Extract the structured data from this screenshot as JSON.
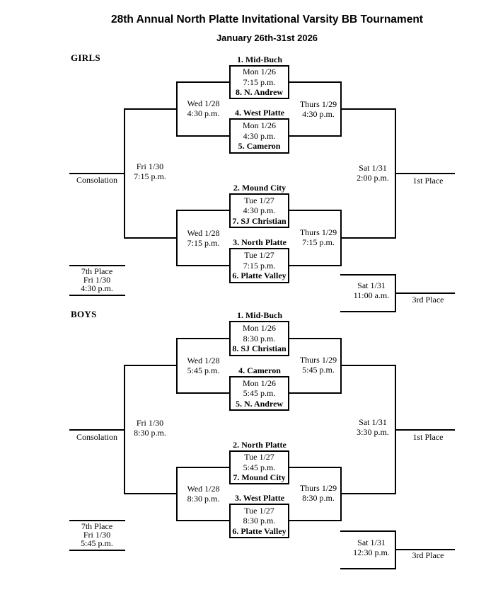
{
  "header": {
    "title": "28th Annual North Platte Invitational Varsity BB Tournament",
    "subtitle": "January 26th-31st 2026"
  },
  "colors": {
    "ink": "#000000",
    "background": "#ffffff"
  },
  "girls": {
    "section_label": "GIRLS",
    "first_round": [
      {
        "top_seed": "1. Mid-Buch",
        "date": "Mon 1/26",
        "time": "7:15 p.m.",
        "bottom_seed": "8. N. Andrew"
      },
      {
        "top_seed": "4. West Platte",
        "date": "Mon 1/26",
        "time": "4:30 p.m.",
        "bottom_seed": "5. Cameron"
      },
      {
        "top_seed": "2. Mound City",
        "date": "Tue 1/27",
        "time": "4:30 p.m.",
        "bottom_seed": "7. SJ Christian"
      },
      {
        "top_seed": "3. North Platte",
        "date": "Tue 1/27",
        "time": "7:15 p.m.",
        "bottom_seed": "6. Platte Valley"
      }
    ],
    "consolation_semifinals": [
      {
        "date": "Wed 1/28",
        "time": "4:30 p.m."
      },
      {
        "date": "Wed 1/28",
        "time": "7:15 p.m."
      }
    ],
    "championship_semifinals": [
      {
        "date": "Thurs 1/29",
        "time": "4:30 p.m."
      },
      {
        "date": "Thurs 1/29",
        "time": "7:15 p.m."
      }
    ],
    "consolation_final": {
      "date": "Fri 1/30",
      "time": "7:15 p.m."
    },
    "consolation_label": "Consolation",
    "seventh_place": {
      "label": "7th Place",
      "date": "Fri 1/30",
      "time": "4:30 p.m."
    },
    "championship": {
      "date": "Sat 1/31",
      "time": "2:00 p.m.",
      "result_label": "1st Place"
    },
    "third_place": {
      "date": "Sat 1/31",
      "time": "11:00 a.m.",
      "result_label": "3rd Place"
    }
  },
  "boys": {
    "section_label": "BOYS",
    "first_round": [
      {
        "top_seed": "1. Mid-Buch",
        "date": "Mon 1/26",
        "time": "8:30 p.m.",
        "bottom_seed": "8. SJ Christian"
      },
      {
        "top_seed": "4. Cameron",
        "date": "Mon 1/26",
        "time": "5:45 p.m.",
        "bottom_seed": "5. N. Andrew"
      },
      {
        "top_seed": "2. North Platte",
        "date": "Tue 1/27",
        "time": "5:45 p.m.",
        "bottom_seed": "7. Mound City"
      },
      {
        "top_seed": "3. West Platte",
        "date": "Tue 1/27",
        "time": "8:30 p.m.",
        "bottom_seed": "6. Platte Valley"
      }
    ],
    "consolation_semifinals": [
      {
        "date": "Wed 1/28",
        "time": "5:45 p.m."
      },
      {
        "date": "Wed 1/28",
        "time": "8:30 p.m."
      }
    ],
    "championship_semifinals": [
      {
        "date": "Thurs 1/29",
        "time": "5:45 p.m."
      },
      {
        "date": "Thurs 1/29",
        "time": "8:30 p.m."
      }
    ],
    "consolation_final": {
      "date": "Fri 1/30",
      "time": "8:30 p.m."
    },
    "consolation_label": "Consolation",
    "seventh_place": {
      "label": "7th Place",
      "date": "Fri 1/30",
      "time": "5:45 p.m."
    },
    "championship": {
      "date": "Sat 1/31",
      "time": "3:30 p.m.",
      "result_label": "1st Place"
    },
    "third_place": {
      "date": "Sat 1/31",
      "time": "12:30 p.m.",
      "result_label": "3rd Place"
    }
  }
}
